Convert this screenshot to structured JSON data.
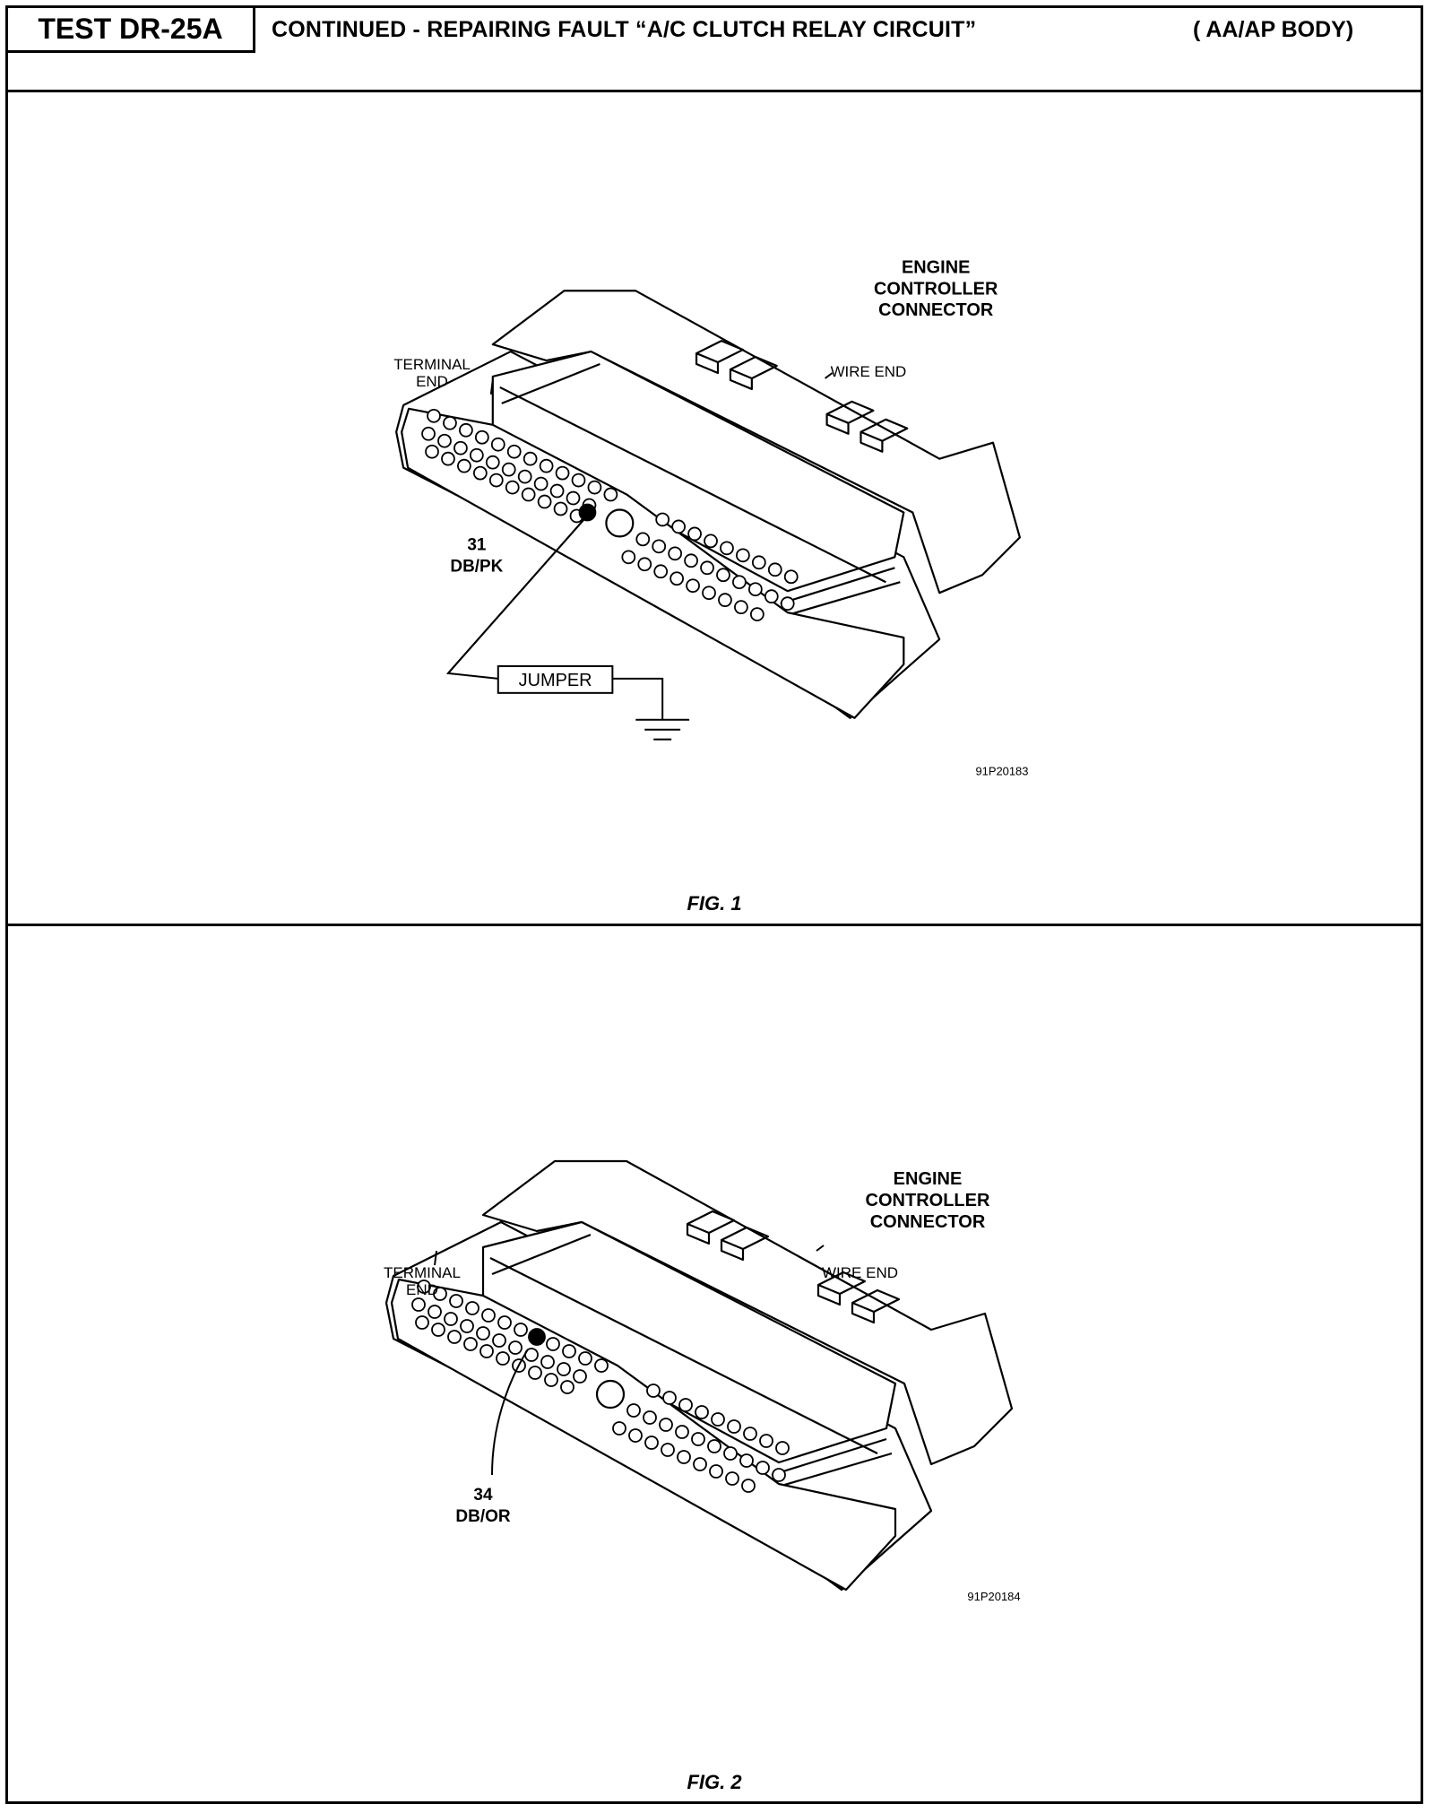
{
  "header": {
    "test_id": "TEST DR-25A",
    "title": "CONTINUED -  REPAIRING FAULT “A/C CLUTCH RELAY CIRCUIT”",
    "body": "( AA/AP BODY)"
  },
  "figures": [
    {
      "caption": "FIG. 1",
      "connector_label": [
        "ENGINE",
        "CONTROLLER",
        "CONNECTOR"
      ],
      "terminal_end_label": [
        "TERMINAL",
        "END"
      ],
      "wire_end_label": "WIRE END",
      "pin_number": "31",
      "wire_color": "DB/PK",
      "jumper_label": "JUMPER",
      "ref_code": "91P20183"
    },
    {
      "caption": "FIG. 2",
      "connector_label": [
        "ENGINE",
        "CONTROLLER",
        "CONNECTOR"
      ],
      "terminal_end_label": [
        "TERMINAL",
        "END"
      ],
      "wire_end_label": "WIRE END",
      "pin_number": "34",
      "wire_color": "DB/OR",
      "ref_code": "91P20184"
    }
  ]
}
